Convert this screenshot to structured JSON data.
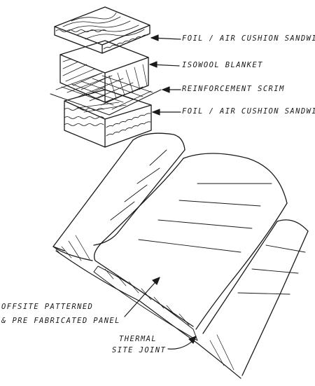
{
  "labels": {
    "foil_top": "FOIL / AIR CUSHION SANDWICH",
    "isowool": "ISOWOOL BLANKET",
    "scrim": "REINFORCEMENT SCRIM",
    "foil_bottom": "FOIL / AIR CUSHION SANDWICH",
    "panel_line1": "OFFSITE PATTERNED",
    "panel_line2": "& PRE FABRICATED PANEL",
    "joint_line1": "THERMAL",
    "joint_line2": "SITE JOINT"
  }
}
